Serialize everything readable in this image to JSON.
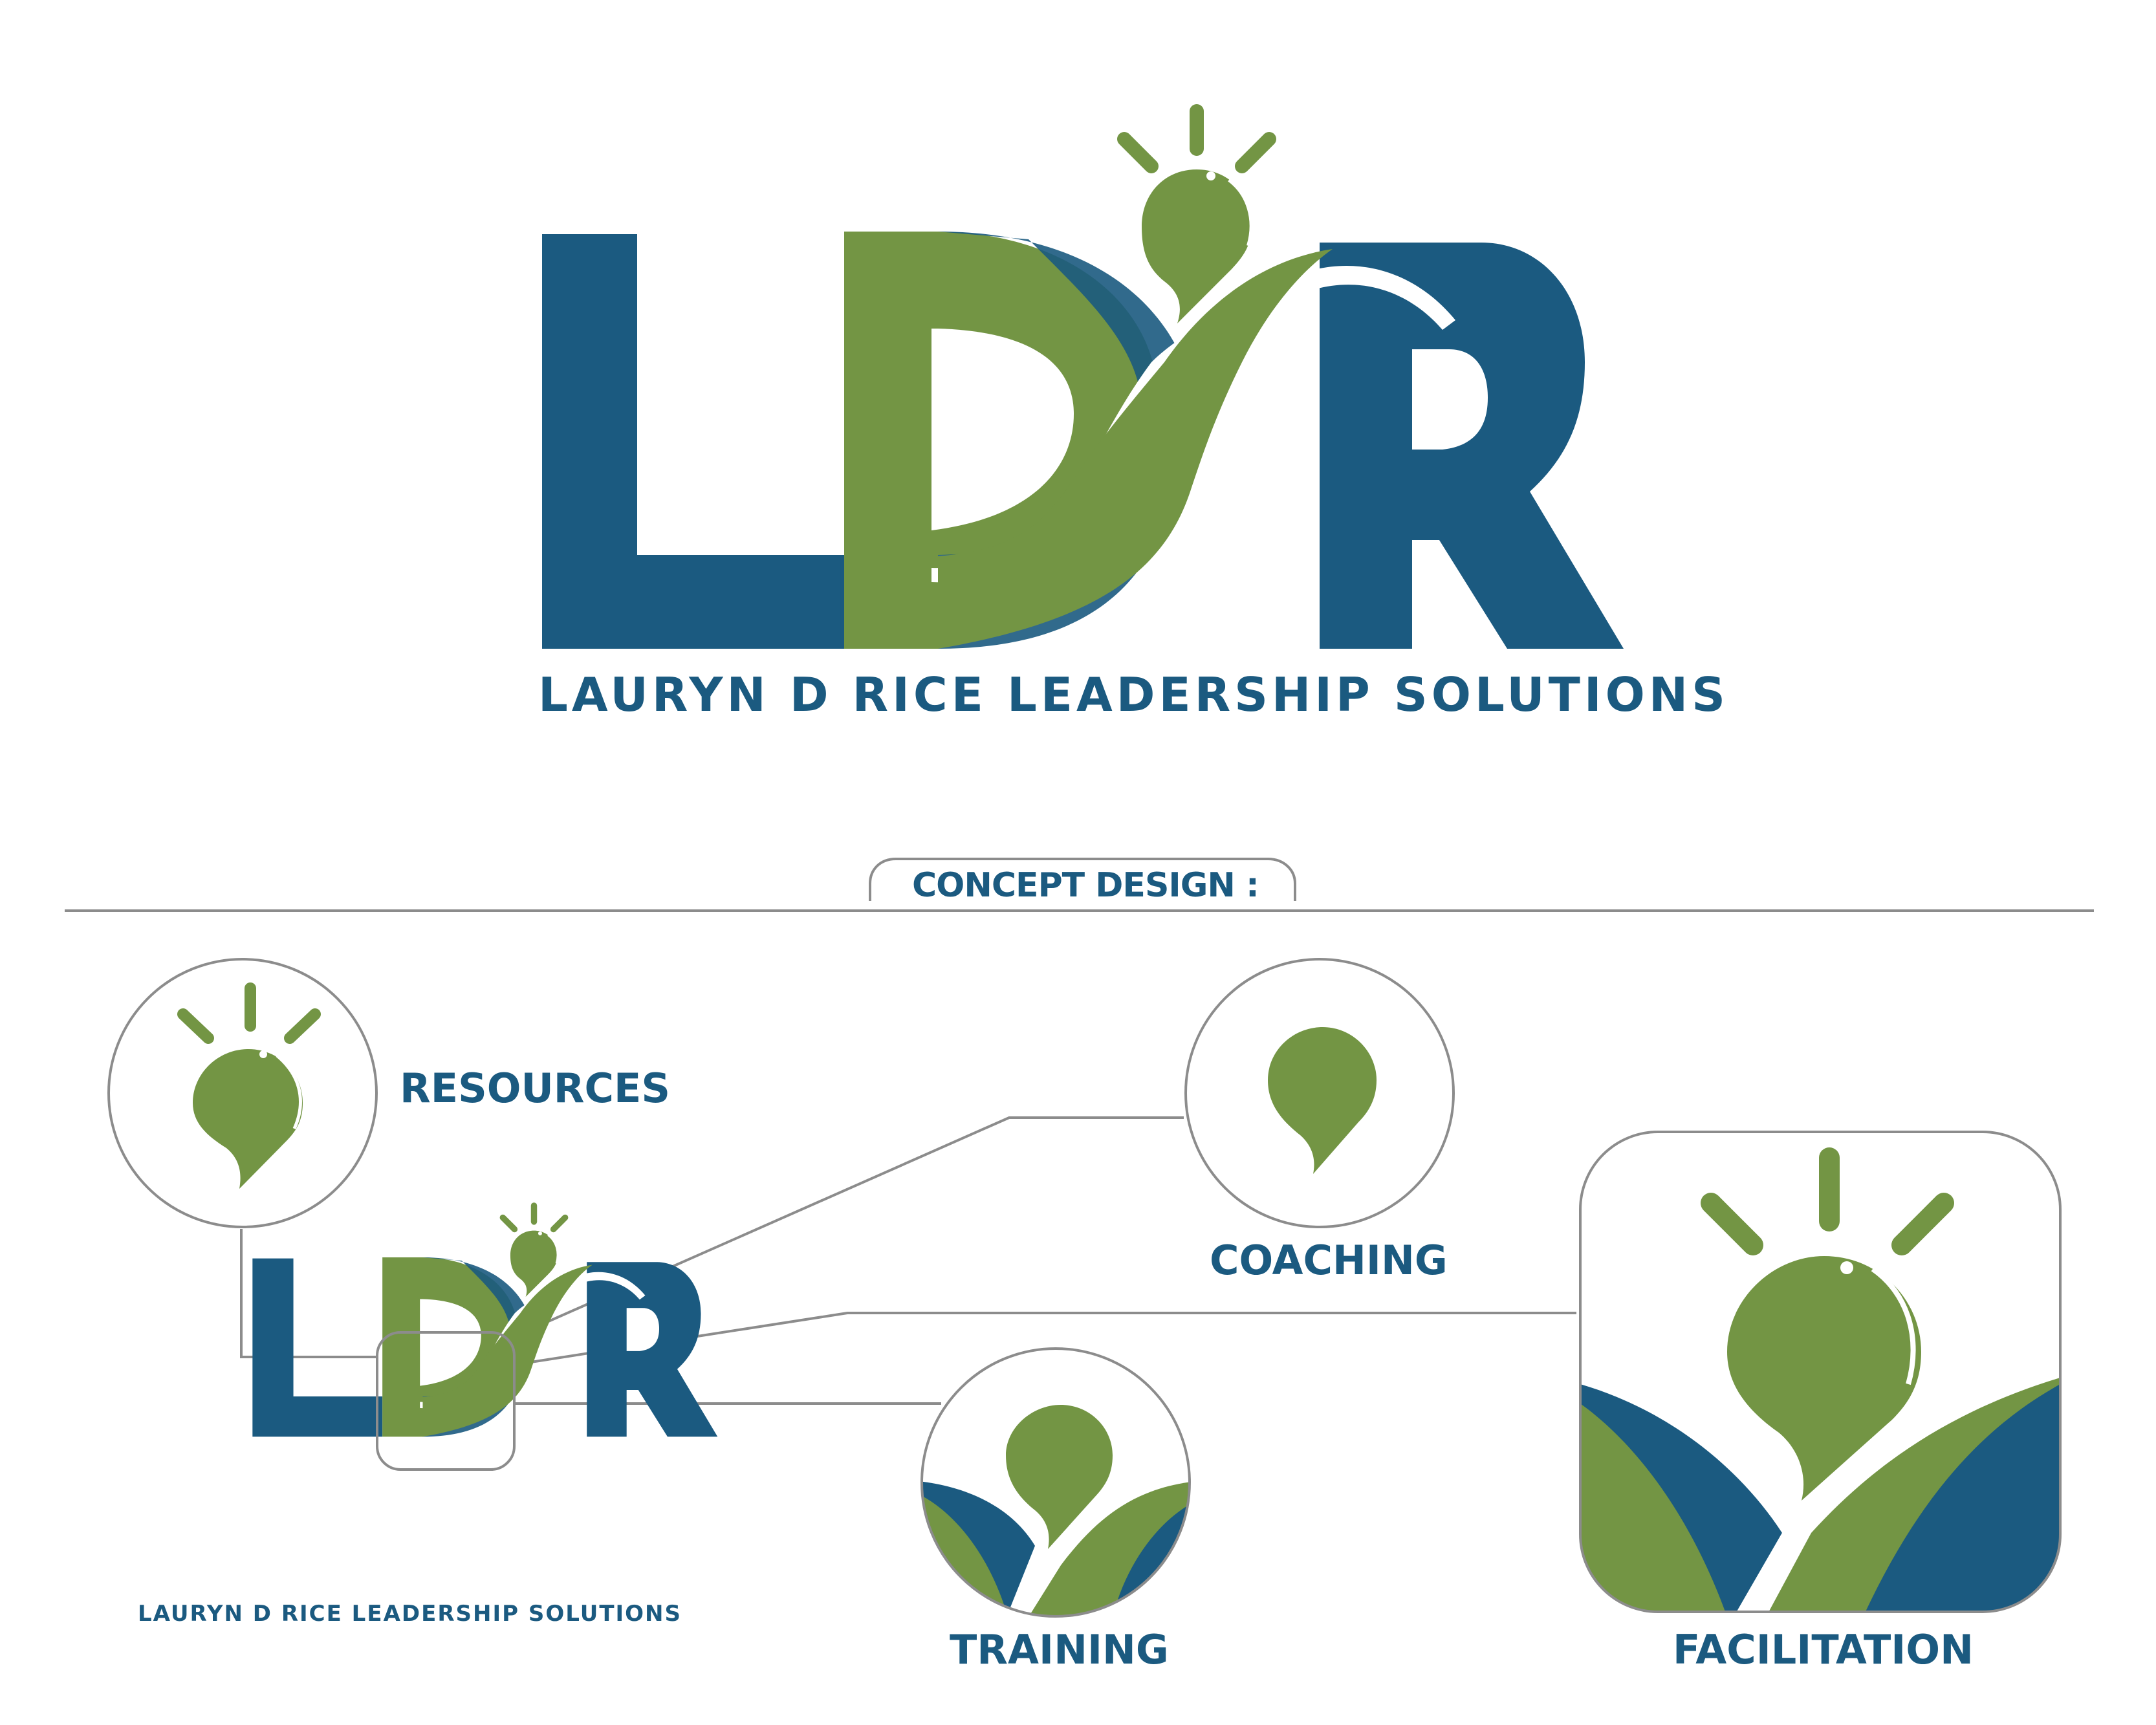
{
  "brand": {
    "monogram": "LDR",
    "tagline": "LAURYN D RICE LEADERSHIP SOLUTIONS",
    "colors": {
      "blue": "#1b5a80",
      "green": "#739544",
      "outline": "#8c8c8c",
      "background": "#ffffff"
    }
  },
  "concept": {
    "title": "CONCEPT DESIGN :",
    "items": [
      {
        "label": "RESOURCES",
        "icon": "lightbulb-icon"
      },
      {
        "label": "COACHING",
        "icon": "location-pin-icon"
      },
      {
        "label": "TRAINING",
        "icon": "pin-over-hills-icon"
      },
      {
        "label": "FACILITATION",
        "icon": "app-icon"
      }
    ]
  }
}
